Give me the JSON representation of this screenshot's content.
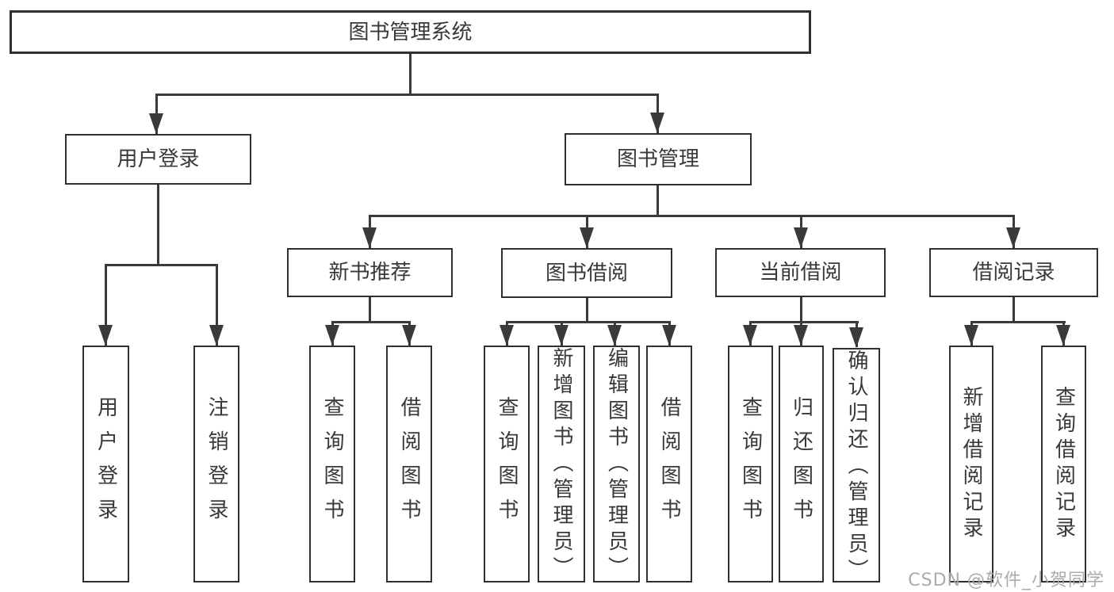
{
  "tree": {
    "label": "图书管理系统",
    "children": [
      {
        "label": "用户登录",
        "children": [
          {
            "label": "用户登录"
          },
          {
            "label": "注销登录"
          }
        ]
      },
      {
        "label": "图书管理",
        "children": [
          {
            "label": "新书推荐",
            "children": [
              {
                "label": "查询图书"
              },
              {
                "label": "借阅图书"
              }
            ]
          },
          {
            "label": "图书借阅",
            "children": [
              {
                "label": "查询图书"
              },
              {
                "label": "新增图书（管理员）"
              },
              {
                "label": "编辑图书（管理员）"
              },
              {
                "label": "借阅图书"
              }
            ]
          },
          {
            "label": "当前借阅",
            "children": [
              {
                "label": "查询图书"
              },
              {
                "label": "归还图书"
              },
              {
                "label": "确认归还（管理员）"
              }
            ]
          },
          {
            "label": "借阅记录",
            "children": [
              {
                "label": "新增借阅记录"
              },
              {
                "label": "查询借阅记录"
              }
            ]
          }
        ]
      }
    ]
  },
  "watermark": {
    "text": "CSDN @软件_小贺同学"
  },
  "icons": {
    "connector_arrowhead": "filled-down-triangle"
  },
  "colors": {
    "background": "#ffffff",
    "box_border": "#2f2f2f",
    "line": "#3a3a3a",
    "text": "#383838",
    "watermark_text": "#a6a6a6"
  }
}
